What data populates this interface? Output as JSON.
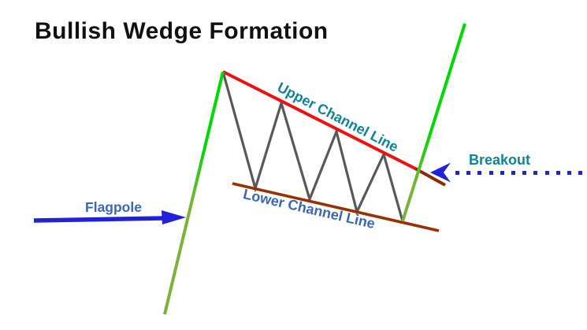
{
  "title": "Bullish Wedge Formation",
  "labels": {
    "upper_channel": "Upper Channel Line",
    "lower_channel": "Lower Channel Line",
    "flagpole": "Flagpole",
    "breakout": "Breakout"
  },
  "colors": {
    "title_black": "#111111",
    "upper_channel_red": "#ee1111",
    "apex_dark_red": "#8f2a00",
    "lower_channel_brown": "#983000",
    "zigzag_gray": "#595959",
    "green_bright": "#00d802",
    "green_olive": "#7db23a",
    "arrow_blue": "#2121dc",
    "label_teal": "#0e8495",
    "label_steel_blue": "#3a68b2",
    "background": "#ffffff"
  }
}
